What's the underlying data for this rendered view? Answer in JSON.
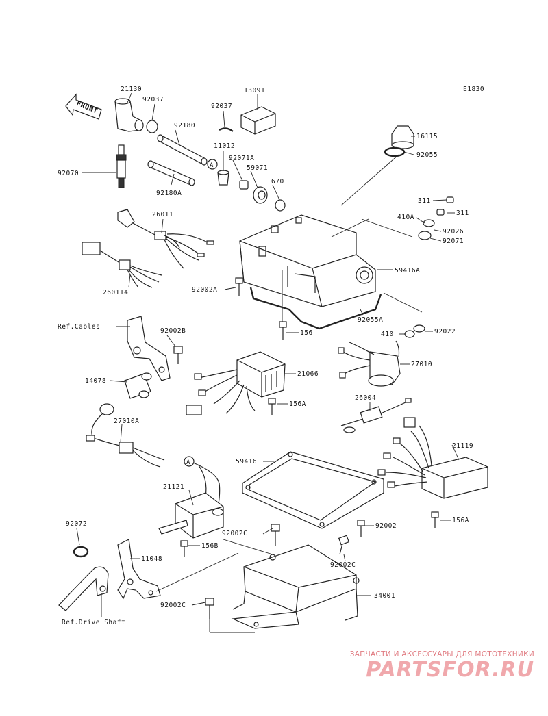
{
  "diagram": {
    "code": "E1830",
    "front_label": "FRONT",
    "callout_a": "A",
    "parts": [
      {
        "id": "p21130",
        "label": "21130"
      },
      {
        "id": "p92037a",
        "label": "92037"
      },
      {
        "id": "p13091",
        "label": "13091"
      },
      {
        "id": "p92037b",
        "label": "92037"
      },
      {
        "id": "p92180",
        "label": "92180"
      },
      {
        "id": "p11012",
        "label": "11012"
      },
      {
        "id": "p16115",
        "label": "16115"
      },
      {
        "id": "p92055",
        "label": "92055"
      },
      {
        "id": "p92070",
        "label": "92070"
      },
      {
        "id": "p92071a",
        "label": "92071A"
      },
      {
        "id": "p59071",
        "label": "59071"
      },
      {
        "id": "p670",
        "label": "670"
      },
      {
        "id": "p92180a",
        "label": "92180A"
      },
      {
        "id": "p311a",
        "label": "311"
      },
      {
        "id": "p311b",
        "label": "311"
      },
      {
        "id": "p410a",
        "label": "410A"
      },
      {
        "id": "p92026",
        "label": "92026"
      },
      {
        "id": "p92071",
        "label": "92071"
      },
      {
        "id": "p26011",
        "label": "26011"
      },
      {
        "id": "p59416a",
        "label": "59416A"
      },
      {
        "id": "p260114",
        "label": "260114"
      },
      {
        "id": "p92002a",
        "label": "92002A"
      },
      {
        "id": "p92055a",
        "label": "92055A"
      },
      {
        "id": "p156",
        "label": "156"
      },
      {
        "id": "p410",
        "label": "410"
      },
      {
        "id": "p92022",
        "label": "92022"
      },
      {
        "id": "p92002b",
        "label": "92002B"
      },
      {
        "id": "p27010",
        "label": "27010"
      },
      {
        "id": "p21066",
        "label": "21066"
      },
      {
        "id": "p14078",
        "label": "14078"
      },
      {
        "id": "p156a1",
        "label": "156A"
      },
      {
        "id": "p26004",
        "label": "26004"
      },
      {
        "id": "p27010a",
        "label": "27010A"
      },
      {
        "id": "p21119",
        "label": "21119"
      },
      {
        "id": "p59416",
        "label": "59416"
      },
      {
        "id": "p21121",
        "label": "21121"
      },
      {
        "id": "p156a2",
        "label": "156A"
      },
      {
        "id": "p92002c1",
        "label": "92002C"
      },
      {
        "id": "p92002",
        "label": "92002"
      },
      {
        "id": "p92072",
        "label": "92072"
      },
      {
        "id": "p156b",
        "label": "156B"
      },
      {
        "id": "p11048",
        "label": "11048"
      },
      {
        "id": "p92002c2",
        "label": "92002C"
      },
      {
        "id": "p34001",
        "label": "34001"
      },
      {
        "id": "p92002c3",
        "label": "92002C"
      }
    ],
    "references": {
      "cables": "Ref.Cables",
      "drive_shaft": "Ref.Drive Shaft"
    }
  },
  "watermark": {
    "tagline": "ЗАПЧАСТИ И АКСЕССУАРЫ ДЛЯ МОТОТЕХНИКИ",
    "brand": "PARTSFOR.RU"
  }
}
